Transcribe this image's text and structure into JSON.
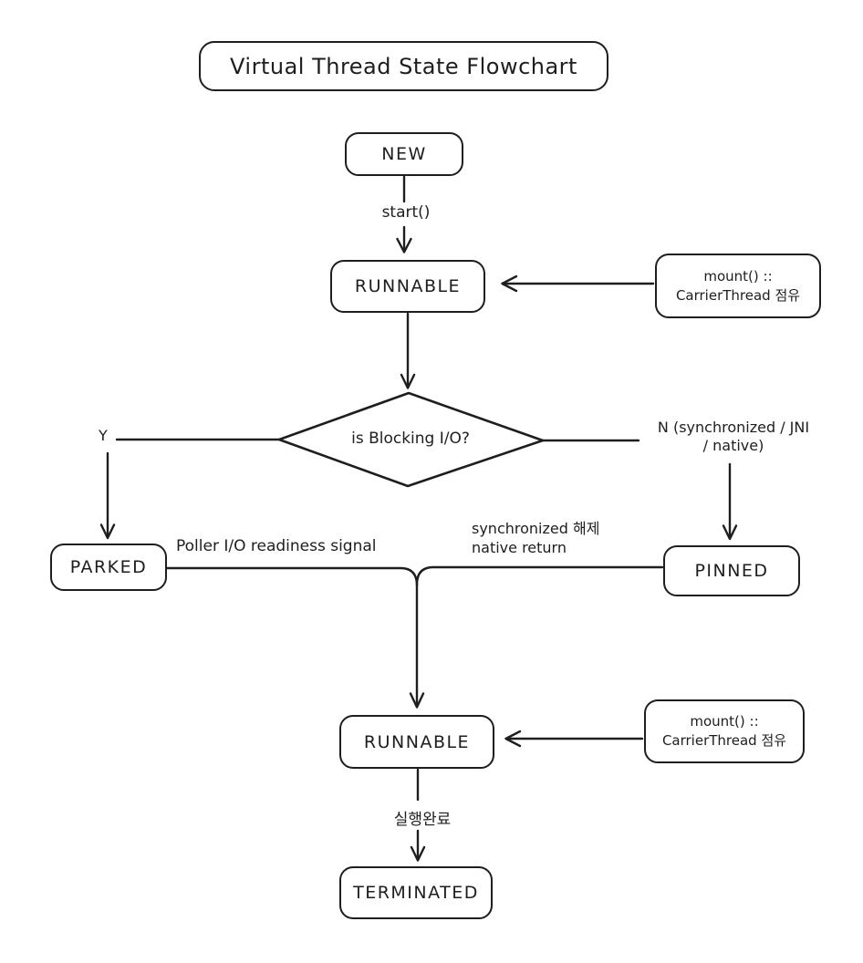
{
  "diagram": {
    "title": "Virtual Thread State Flowchart",
    "colors": {
      "background": "#ffffff",
      "stroke": "#1e1e1e",
      "text": "#1e1e1e"
    }
  },
  "nodes": {
    "new": "NEW",
    "runnable_top": "RUNNABLE",
    "decision": "is Blocking I/O?",
    "parked": "PARKED",
    "pinned": "PINNED",
    "runnable_bottom": "RUNNABLE",
    "terminated": "TERMINATED",
    "mount_top": {
      "line1": "mount() ::",
      "line2": "CarrierThread 점유"
    },
    "mount_bottom": {
      "line1": "mount() ::",
      "line2": "CarrierThread 점유"
    }
  },
  "edge_labels": {
    "start": "start()",
    "yes": "Y",
    "no": {
      "line1": "N (synchronized / JNI",
      "line2": "/ native)"
    },
    "poller": "Poller I/O readiness signal",
    "unpin": {
      "line1": "synchronized 해제",
      "line2": "native return"
    },
    "complete": "실행완료"
  }
}
